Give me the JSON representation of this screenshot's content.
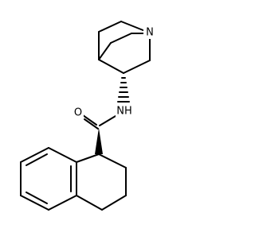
{
  "atom_labels": {
    "quinuclidine_nitrogen": "N",
    "amide_nitrogen": "NH",
    "carbonyl_oxygen": "O"
  },
  "colors": {
    "bond": "#000000",
    "background": "#ffffff"
  }
}
